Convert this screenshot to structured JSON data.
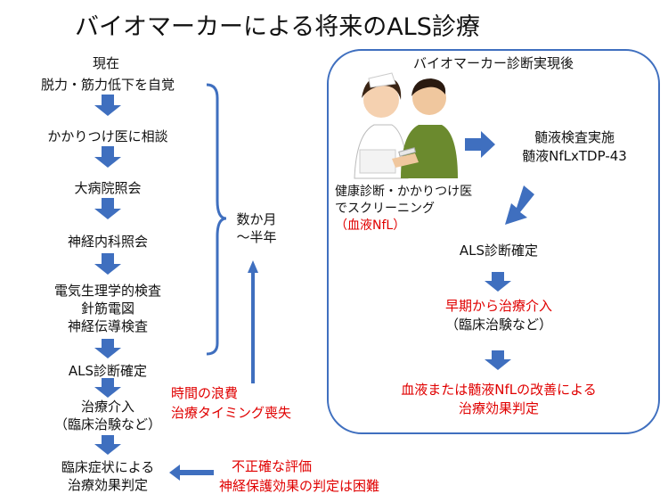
{
  "title": "バイオマーカーによる将来のALS診療",
  "left": {
    "heading": "現在",
    "steps": [
      "脱力・筋力低下を自覚",
      "かかりつけ医に相談",
      "大病院照会",
      "神経内科照会",
      "電気生理学的検査",
      "針筋電図",
      "神経伝導検査",
      "ALS診断確定",
      "治療介入",
      "（臨床治験など）",
      "臨床症状による",
      "治療効果判定"
    ],
    "duration": [
      "数か月",
      "～半年"
    ],
    "waste": [
      "時間の浪費",
      "治療タイミング喪失"
    ],
    "inaccurate": [
      "不正確な評価",
      "神経保護効果の判定は困難"
    ]
  },
  "right": {
    "heading": "バイオマーカー診断実現後",
    "screening": [
      "健康診断・かかりつけ医",
      "でスクリーニング",
      "（血液NfL）"
    ],
    "csf": [
      "髄液検査実施",
      "髄液NfLxTDP-43"
    ],
    "diagnosis": "ALS診断確定",
    "early": "早期から治療介入",
    "trial": "（臨床治験など）",
    "improve": [
      "血液または髄液NfLの改善による",
      "治療効果判定"
    ]
  },
  "colors": {
    "arrow": "#3f6fbf",
    "box": "#3f6fbf",
    "red": "#e00000"
  }
}
